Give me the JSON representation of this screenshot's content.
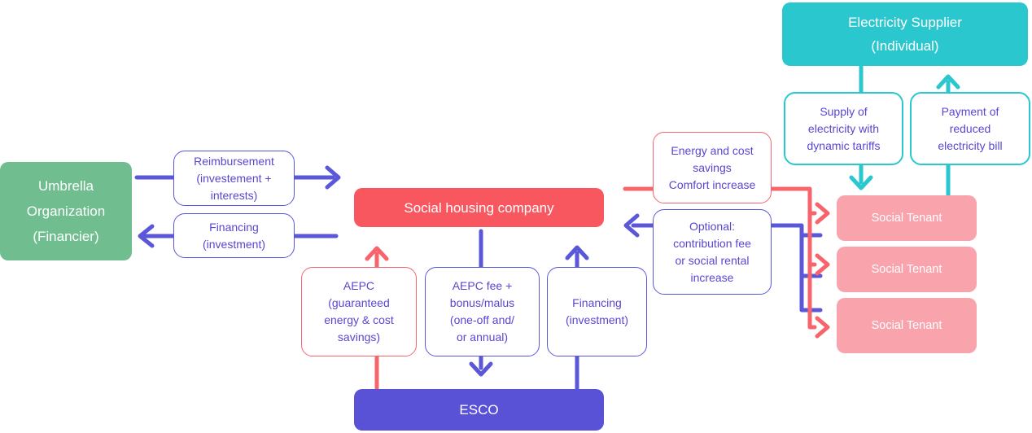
{
  "colors": {
    "teal": "#2bc7ce",
    "green": "#70be90",
    "coral": "#f8575f",
    "purple": "#5a52d6",
    "pink": "#f9a3ad",
    "purple_line": "#5b57d9",
    "red_line": "#f7646b",
    "label_text": "#5847d1",
    "background": "#ffffff"
  },
  "nodes": {
    "electricity_supplier": {
      "lines": [
        "Electricity Supplier",
        "(Individual)"
      ]
    },
    "umbrella_organization": {
      "lines": [
        "Umbrella",
        "Organization",
        "(Financier)"
      ]
    },
    "social_housing_company": {
      "label": "Social housing company"
    },
    "esco": {
      "label": "ESCO"
    },
    "social_tenants": [
      "Social Tenant",
      "Social Tenant",
      "Social Tenant"
    ]
  },
  "flow_labels": {
    "reimbursement": {
      "lines": [
        "Reimbursement",
        "(investement +",
        "interests)"
      ]
    },
    "financing_to_umbrella": {
      "lines": [
        "Financing",
        "(investment)"
      ]
    },
    "supply_electricity": {
      "lines": [
        "Supply of",
        "electricity with",
        "dynamic tariffs"
      ]
    },
    "payment_bill": {
      "lines": [
        "Payment of",
        "reduced",
        "electricity bill"
      ]
    },
    "energy_savings": {
      "lines": [
        "Energy and cost",
        "savings",
        "Comfort increase"
      ]
    },
    "optional_contribution": {
      "lines": [
        "Optional:",
        "contribution fee",
        "or social rental",
        "increase"
      ]
    },
    "aepc": {
      "lines": [
        "AEPC",
        "(guaranteed",
        "energy & cost",
        "savings)"
      ]
    },
    "aepc_fee": {
      "lines": [
        "AEPC fee +",
        "bonus/malus",
        "(one-off and/",
        "or annual)"
      ]
    },
    "financing_to_esco": {
      "lines": [
        "Financing",
        "(investment)"
      ]
    }
  }
}
